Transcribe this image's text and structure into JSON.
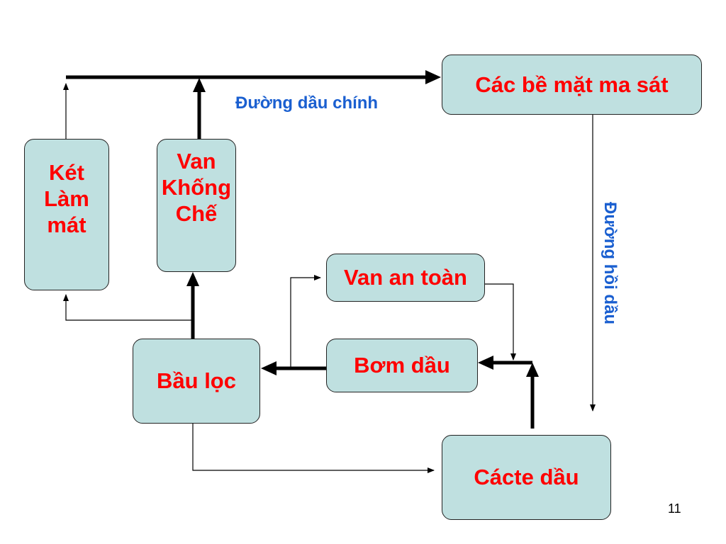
{
  "boxes": {
    "friction_surfaces": "Các bề mặt ma sát",
    "cooler": [
      "Két",
      "Làm",
      "mát"
    ],
    "control_valve": [
      "Van",
      "Khống",
      "Chế"
    ],
    "safety_valve": "Van an toàn",
    "oil_pump": "Bơm dầu",
    "filter": "Bầu lọc",
    "crankcase": "Cácte dầu"
  },
  "labels": {
    "main_oil_line": "Đường dầu chính",
    "oil_return_line": "Đường hồi dầu"
  },
  "page_number": "11",
  "colors": {
    "box_fill": "#bfe0e0",
    "box_text": "#ff0000",
    "label_text": "#1a5fd0",
    "line": "#000000"
  }
}
